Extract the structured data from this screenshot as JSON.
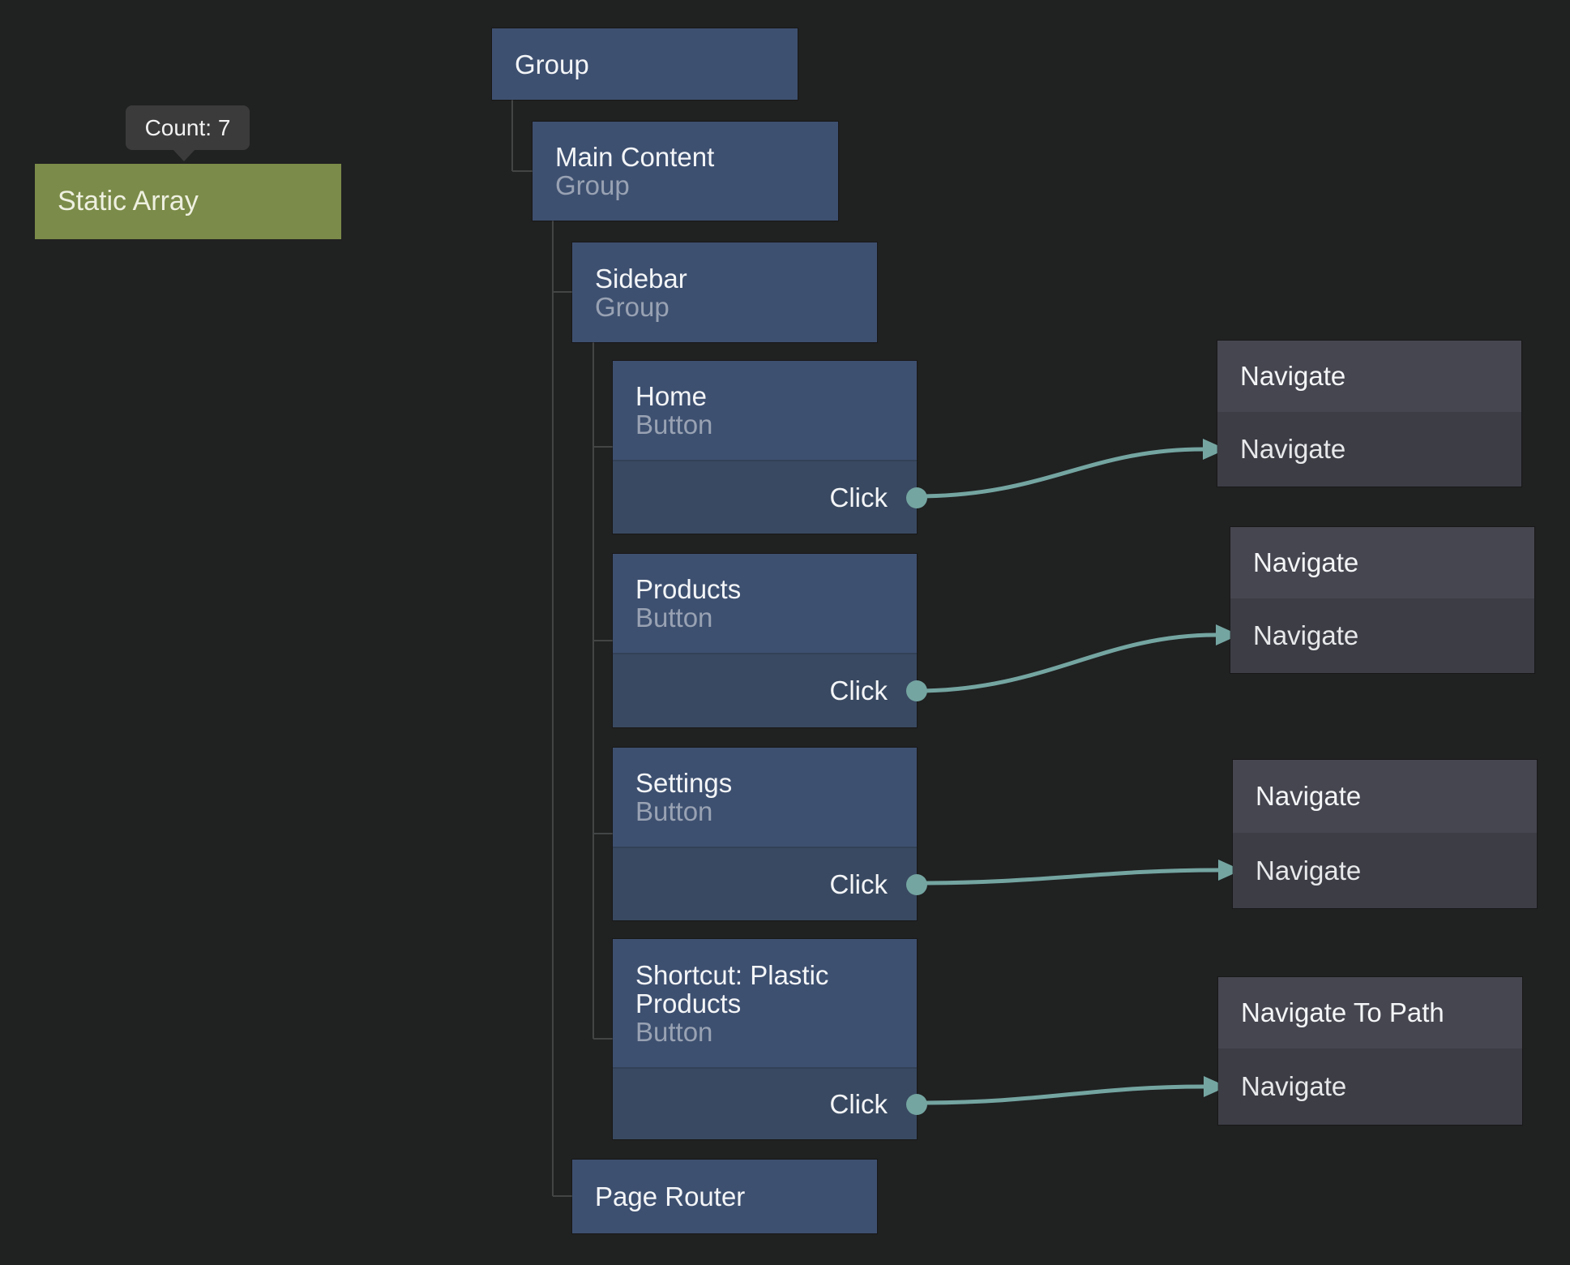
{
  "colors": {
    "canvas_bg": "#202121",
    "node_blue": "#3e5070",
    "node_blue_ports": "#394961",
    "node_olive": "#7b8b49",
    "action_header": "#45464f",
    "action_body": "#3c3d45",
    "edge": "#74a5a1",
    "tree_line": "#434545",
    "title_text": "#f3f5f7",
    "subtitle_text": "#98a2b3",
    "olive_text": "#eef0e0",
    "tooltip_bg": "#3b3b3c",
    "tooltip_text": "#f2f2f2"
  },
  "tooltip": {
    "label": "Count: 7"
  },
  "nodes": {
    "static_array": {
      "title": "Static Array"
    },
    "group": {
      "title": "Group"
    },
    "main_content": {
      "title": "Main Content",
      "subtitle": "Group"
    },
    "sidebar": {
      "title": "Sidebar",
      "subtitle": "Group"
    },
    "home": {
      "title": "Home",
      "subtitle": "Button",
      "output": "Click"
    },
    "products": {
      "title": "Products",
      "subtitle": "Button",
      "output": "Click"
    },
    "settings": {
      "title": "Settings",
      "subtitle": "Button",
      "output": "Click"
    },
    "shortcut_plastic_products": {
      "title": "Shortcut: Plastic Products",
      "subtitle": "Button",
      "output": "Click"
    },
    "page_router": {
      "title": "Page Router"
    },
    "navigate_1": {
      "title": "Navigate",
      "input": "Navigate"
    },
    "navigate_2": {
      "title": "Navigate",
      "input": "Navigate"
    },
    "navigate_3": {
      "title": "Navigate",
      "input": "Navigate"
    },
    "navigate_to_path": {
      "title": "Navigate To Path",
      "input": "Navigate"
    }
  }
}
